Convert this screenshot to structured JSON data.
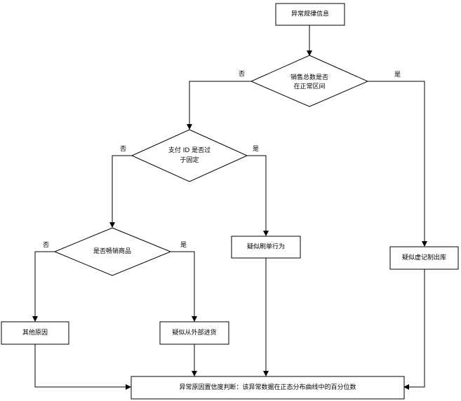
{
  "diagram": {
    "nodes": {
      "start": {
        "text": "异常规律信息"
      },
      "d_sales": {
        "line1": "销售总数是否",
        "line2": "在正常区间"
      },
      "d_payid": {
        "line1": "支付 ID 是否过",
        "line2": "于固定"
      },
      "d_hot": {
        "text": "是否畅销商品"
      },
      "r_fake_out": {
        "text": "疑似虚记制出库"
      },
      "r_fake_order": {
        "text": "疑似刷单行为"
      },
      "r_other": {
        "text": "其他原因"
      },
      "r_external": {
        "text": "疑似从外部进货"
      },
      "r_final": {
        "text": "异常原因置信度判断：该异常数据在正态分布曲线中的百分位数"
      }
    },
    "edge_labels": {
      "sales_no": "否",
      "sales_yes": "是",
      "payid_no": "否",
      "payid_yes": "是",
      "hot_no": "否",
      "hot_yes": "是"
    }
  },
  "colors": {
    "stroke": "#000000",
    "fill": "#ffffff"
  }
}
